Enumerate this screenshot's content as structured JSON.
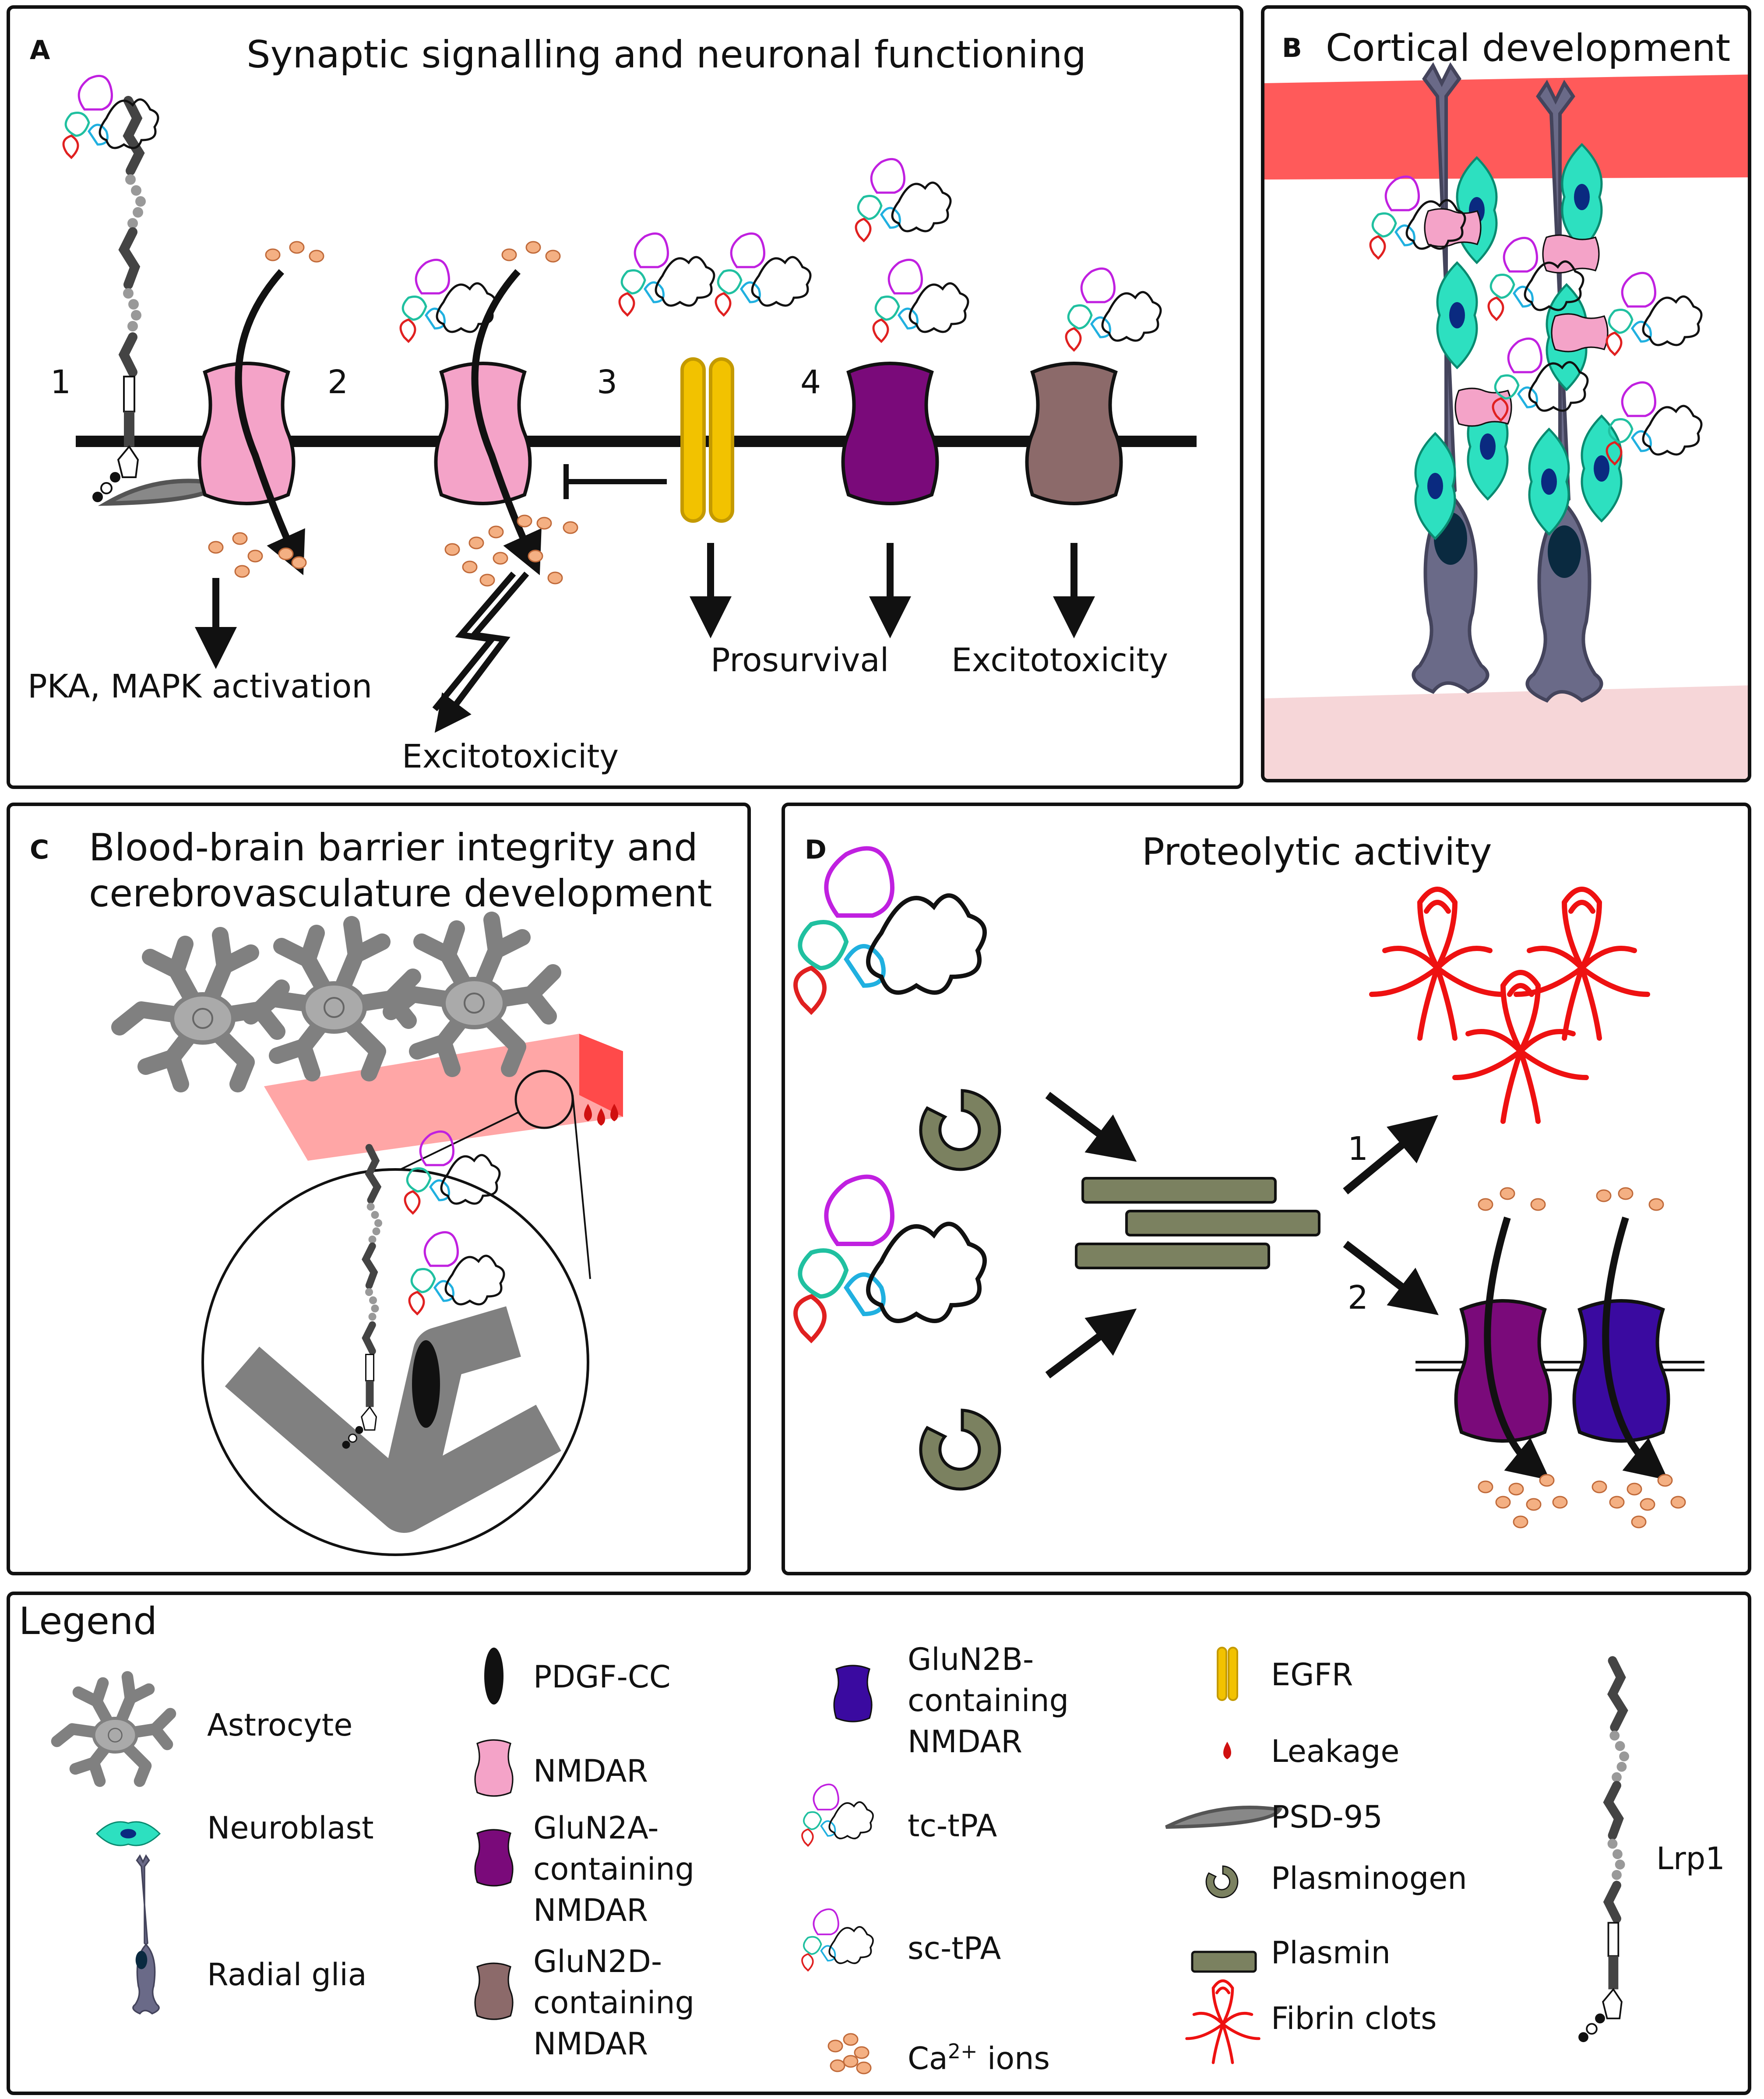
{
  "panelA": {
    "letter": "A",
    "title": "Synaptic signalling and neuronal functioning",
    "steps": [
      "1",
      "2",
      "3",
      "4"
    ],
    "outcome_1": "PKA, MAPK activation",
    "outcome_2": "Excitotoxicity",
    "outcome_3": "Prosurvival",
    "outcome_4": "Excitotoxicity"
  },
  "panelB": {
    "letter": "B",
    "title": "Cortical development"
  },
  "panelC": {
    "letter": "C",
    "title_line1": "Blood-brain barrier integrity and",
    "title_line2": "cerebrovasculature development"
  },
  "panelD": {
    "letter": "D",
    "title": "Proteolytic activity",
    "steps": [
      "1",
      "2"
    ]
  },
  "legend": {
    "title": "Legend",
    "astrocyte": "Astrocyte",
    "neuroblast": "Neuroblast",
    "radial_glia": "Radial glia",
    "pdgf": "PDGF-CC",
    "nmdar": "NMDAR",
    "glun2a": "GluN2A-\ncontaining\nNMDAR",
    "glun2d": "GluN2D-\ncontaining\nNMDAR",
    "glun2b": "GluN2B-\ncontaining\nNMDAR",
    "tc_tpa": "tc-tPA",
    "sc_tpa": "sc-tPA",
    "ca_prefix": "Ca",
    "ca_sup": "2+",
    "ca_suffix": " ions",
    "egfr": "EGFR",
    "leakage": "Leakage",
    "psd95": "PSD-95",
    "plasminogen": "Plasminogen",
    "plasmin": "Plasmin",
    "fibrin": "Fibrin clots",
    "lrp1": "Lrp1"
  },
  "colors": {
    "nmdar": "#f4a3c8",
    "glun2a": "#7a0a7a",
    "glun2b": "#3a0aa0",
    "glun2d": "#8c6a6a",
    "egfr": "#f2c200",
    "neuroblast": "#2de0c0",
    "radial_glia": "#6a6a88",
    "calcium": "#f4b083",
    "plasmin": "#7b8160",
    "fibrin": "#ee1111",
    "blood_vessel": "#ff5a5a",
    "astrocyte": "#808080"
  },
  "icons": [
    "astrocyte-icon",
    "neuroblast-icon",
    "radial-glia-icon",
    "pdgf-cc-icon",
    "nmdar-icon",
    "glun2a-icon",
    "glun2d-icon",
    "glun2b-icon",
    "tc-tpa-icon",
    "sc-tpa-icon",
    "calcium-ions-icon",
    "egfr-icon",
    "leakage-icon",
    "psd95-icon",
    "plasminogen-icon",
    "plasmin-icon",
    "fibrin-clot-icon",
    "lrp1-icon"
  ]
}
